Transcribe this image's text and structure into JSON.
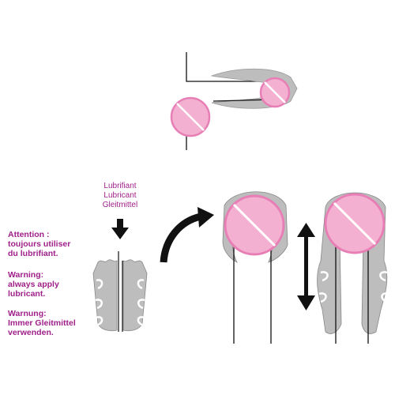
{
  "warnings": {
    "french": "Attention :\ntoujours utiliser\ndu lubrifiant.",
    "english": "Warning:\nalways apply\nlubricant.",
    "german": "Warnung:\nImmer Gleitmittel\nverwenden."
  },
  "lubricant_labels": {
    "french": "Lubrifiant",
    "english": "Lubricant",
    "german": "Gleitmittel"
  },
  "colors": {
    "label_text": "#a0208a",
    "prohibited_circle": "#f2a3c8",
    "device_gray": "#b8b8b8",
    "line": "#111111"
  },
  "icons": [
    "prohibited-icon",
    "down-arrow-icon",
    "curved-arrow-icon",
    "double-arrow-icon"
  ]
}
